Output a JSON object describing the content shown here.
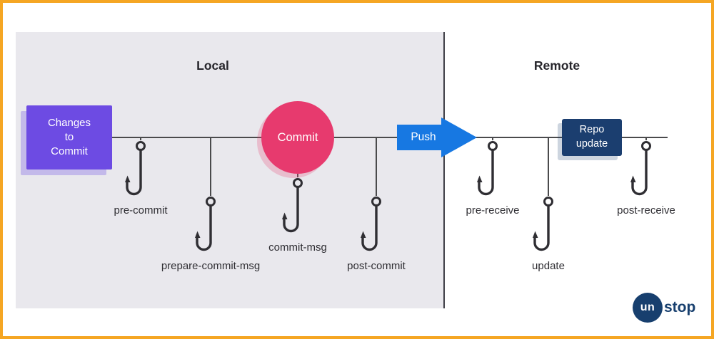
{
  "colors": {
    "border_orange": "#F5A623",
    "panel_gray": "#E9E8ED",
    "purple": "#6D4BE3",
    "pink": "#E73A6E",
    "blue": "#1778E2",
    "navy": "#1B3E6F",
    "ink": "#2F2E33"
  },
  "sections": {
    "local": {
      "label": "Local"
    },
    "remote": {
      "label": "Remote"
    }
  },
  "nodes": {
    "changes_to_commit": {
      "label": "Changes\nto\nCommit"
    },
    "commit": {
      "label": "Commit"
    },
    "push": {
      "label": "Push"
    },
    "repo_update": {
      "label": "Repo\nupdate"
    }
  },
  "hooks": [
    {
      "label": "pre-commit",
      "side": "local"
    },
    {
      "label": "prepare-commit-msg",
      "side": "local"
    },
    {
      "label": "commit-msg",
      "side": "local"
    },
    {
      "label": "post-commit",
      "side": "local"
    },
    {
      "label": "pre-receive",
      "side": "remote"
    },
    {
      "label": "update",
      "side": "remote"
    },
    {
      "label": "post-receive",
      "side": "remote"
    }
  ],
  "logo": {
    "circle": "un",
    "text": "stop"
  }
}
